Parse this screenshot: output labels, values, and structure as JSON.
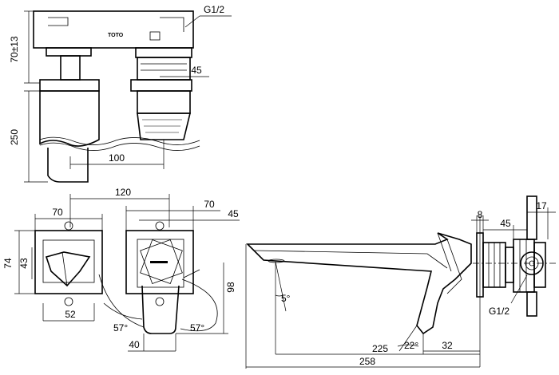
{
  "brand_mark": "TOTO",
  "top_view": {
    "thread": "G1/2",
    "height_adjust": "70±13",
    "body_width": "45",
    "wall_depth": "250",
    "center_distance": "100"
  },
  "front_view": {
    "overall_width": "120",
    "left_plate": "70",
    "right_plate": "70",
    "right_body": "45",
    "plate_height": "74",
    "handle_height": "43",
    "spout_reach": "98",
    "left_angle": "57°",
    "right_angle": "57°",
    "left_base": "52",
    "spout_width": "40"
  },
  "side_view": {
    "flange": "8",
    "body_depth": "45",
    "connector": "17",
    "tilt_angle": "5°",
    "spout_angle": "22°",
    "reach": "225",
    "offset": "32",
    "overall_length": "258",
    "thread": "G1/2"
  }
}
